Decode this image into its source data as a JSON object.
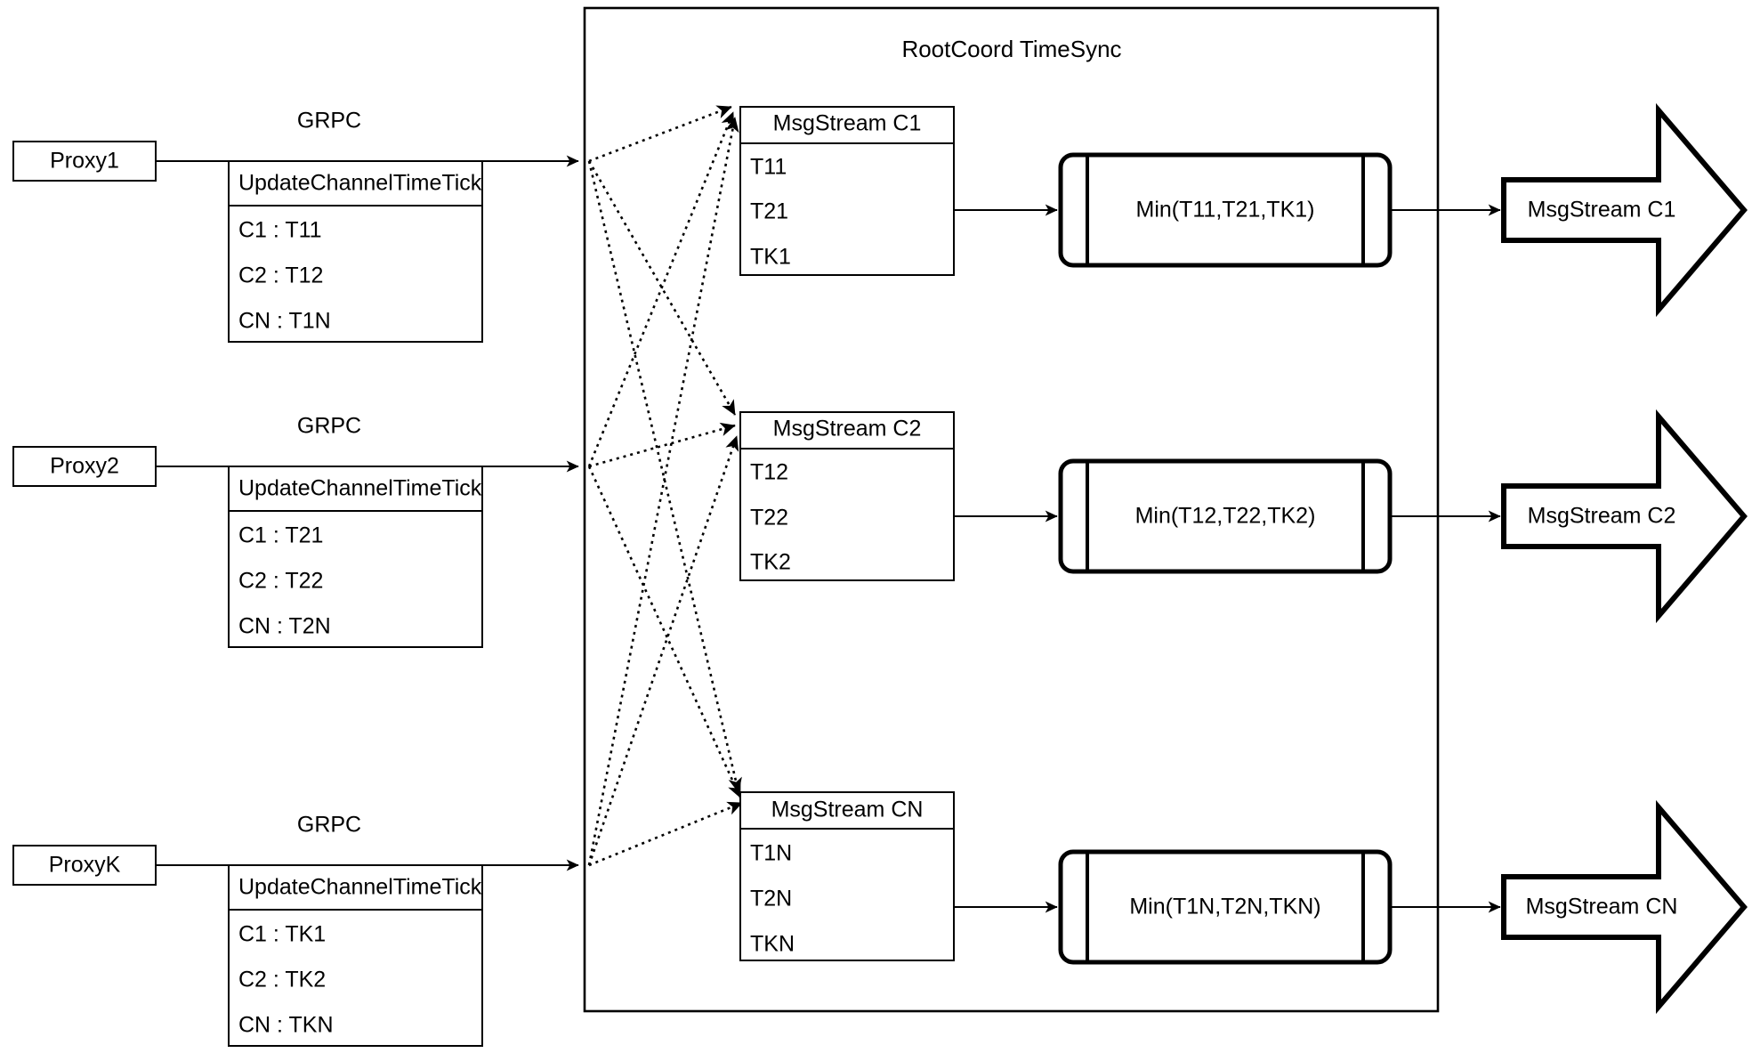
{
  "diagram": {
    "title": "RootCoord TimeSync",
    "colors": {
      "stroke": "#000000",
      "background": "#ffffff",
      "text": "#000000"
    }
  },
  "proxies": [
    {
      "name": "Proxy1",
      "link_label": "GRPC",
      "message": {
        "title": "UpdateChannelTimeTick",
        "rows": [
          "C1 :  T11",
          "C2 :  T12",
          "CN : T1N"
        ]
      }
    },
    {
      "name": "Proxy2",
      "link_label": "GRPC",
      "message": {
        "title": "UpdateChannelTimeTick",
        "rows": [
          "C1 :  T21",
          "C2 :  T22",
          "CN : T2N"
        ]
      }
    },
    {
      "name": "ProxyK",
      "link_label": "GRPC",
      "message": {
        "title": "UpdateChannelTimeTick",
        "rows": [
          "C1 :  TK1",
          "C2 :  TK2",
          "CN : TKN"
        ]
      }
    }
  ],
  "channels": [
    {
      "msgstream": {
        "title": "MsgStream C1",
        "rows": [
          "T11",
          "T21",
          "TK1"
        ]
      },
      "process": {
        "label": "Min(T11,T21,TK1)"
      },
      "output": {
        "label": "MsgStream C1"
      }
    },
    {
      "msgstream": {
        "title": "MsgStream C2",
        "rows": [
          "T12",
          "T22",
          "TK2"
        ]
      },
      "process": {
        "label": "Min(T12,T22,TK2)"
      },
      "output": {
        "label": "MsgStream C2"
      }
    },
    {
      "msgstream": {
        "title": "MsgStream CN",
        "rows": [
          "T1N",
          "T2N",
          "TKN"
        ]
      },
      "process": {
        "label": "Min(T1N,T2N,TKN)"
      },
      "output": {
        "label": "MsgStream CN"
      }
    }
  ]
}
